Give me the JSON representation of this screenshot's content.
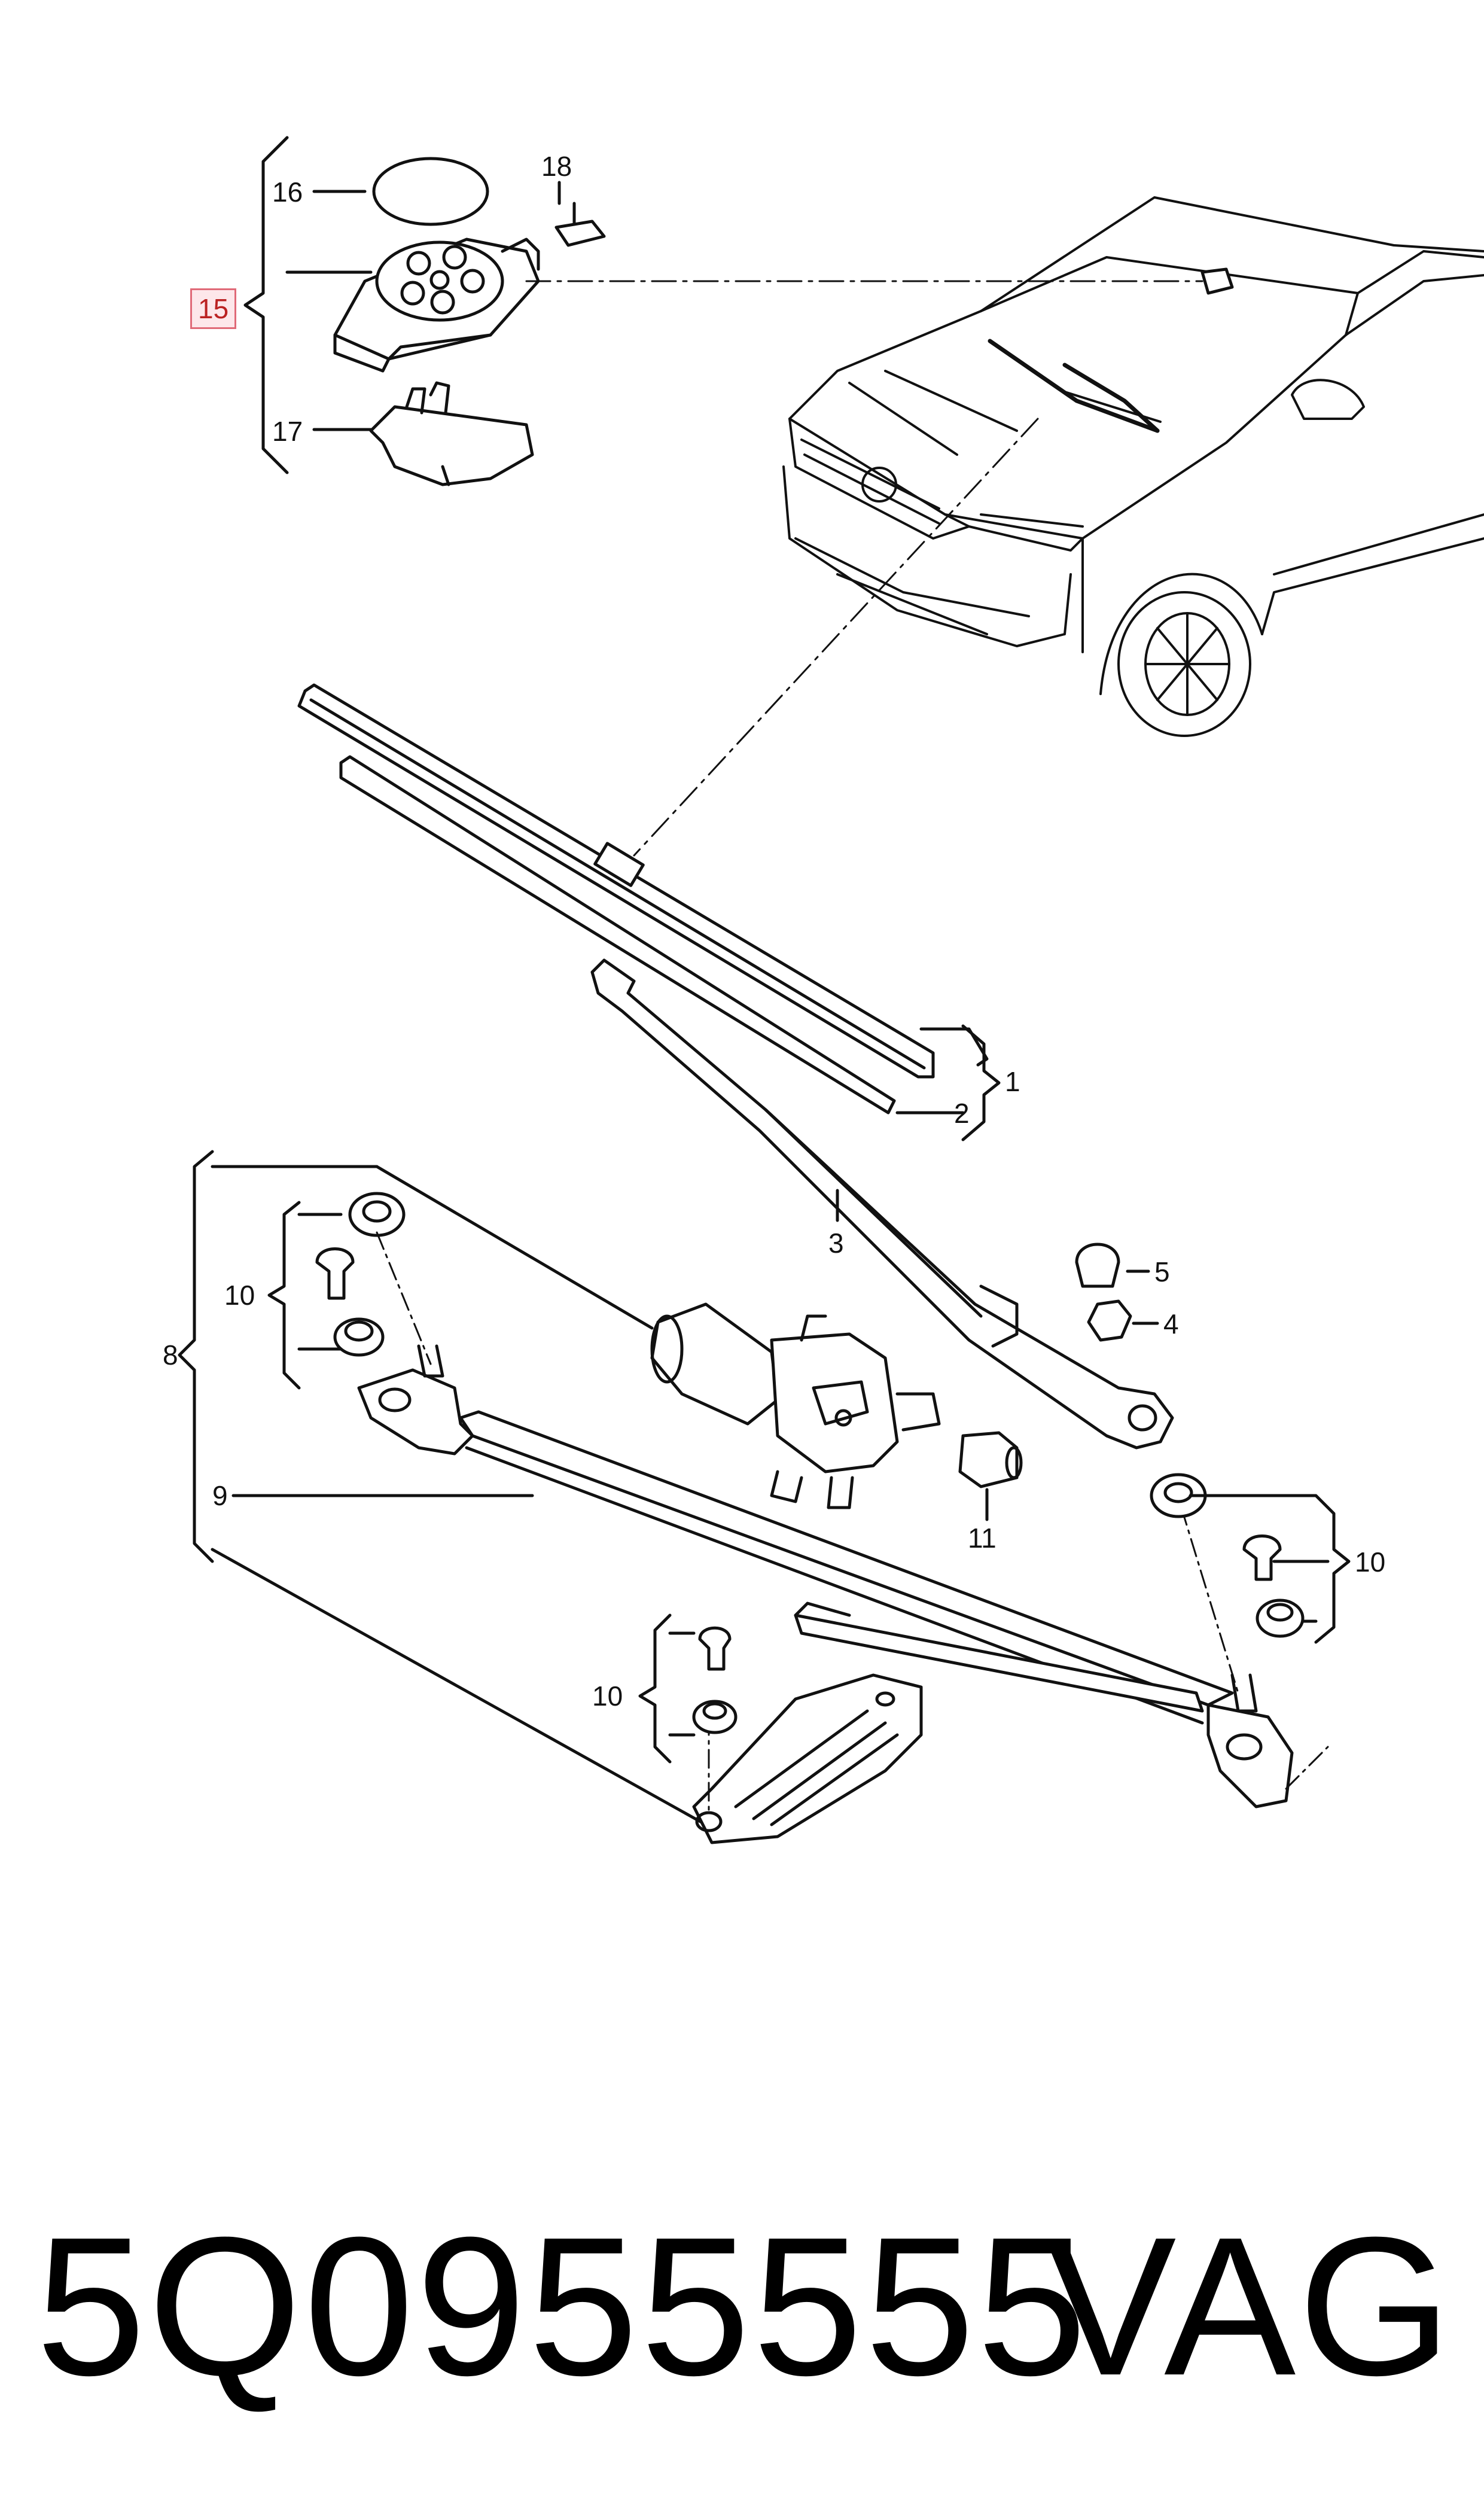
{
  "diagram": {
    "callouts": {
      "c1": "1",
      "c2": "2",
      "c3": "3",
      "c4": "4",
      "c5": "5",
      "c8": "8",
      "c9": "9",
      "c10a": "10",
      "c10b": "10",
      "c10c": "10",
      "c11": "11",
      "c15": "15",
      "c16": "16",
      "c17": "17",
      "c18": "18"
    },
    "highlighted_callout": "15",
    "highlight_color": "#e06a78"
  },
  "footer": {
    "part_number": "5Q0955555",
    "brand": "VAG"
  }
}
